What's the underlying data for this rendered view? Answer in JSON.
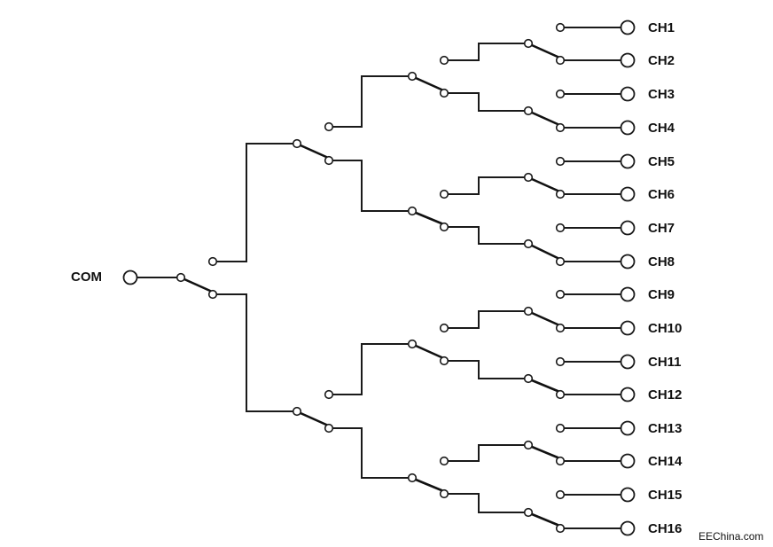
{
  "diagram": {
    "com_label": "COM",
    "channels": [
      "CH1",
      "CH2",
      "CH3",
      "CH4",
      "CH5",
      "CH6",
      "CH7",
      "CH8",
      "CH9",
      "CH10",
      "CH11",
      "CH12",
      "CH13",
      "CH14",
      "CH15",
      "CH16"
    ],
    "watermark": "EEChina.com",
    "line_color": "#1a1a1a"
  }
}
